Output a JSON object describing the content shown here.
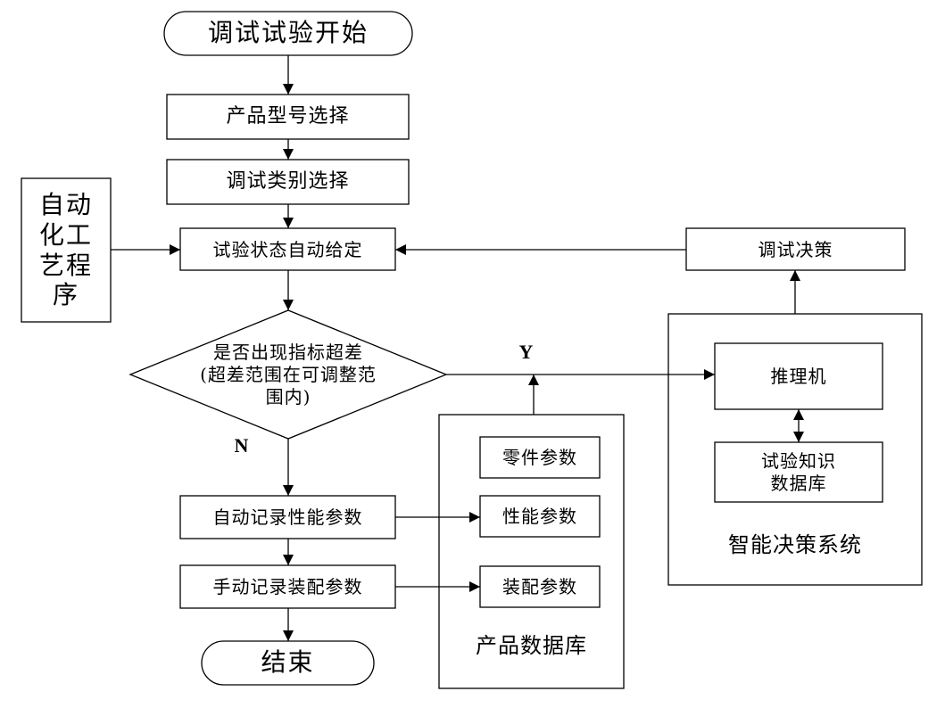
{
  "nodes": {
    "start": "调试试验开始",
    "product_model_select": "产品型号选择",
    "debug_category_select": "调试类别选择",
    "auto_process": "自动\n化工\n艺程\n序",
    "test_state_auto_set": "试验状态自动给定",
    "debug_decision": "调试决策",
    "decision": "是否出现指标超差\n(超差范围在可调整范\n围内)",
    "inference_engine": "推理机",
    "test_knowledge_db": "试验知识\n数据库",
    "intelligent_system_label": "智能决策系统",
    "parts_params": "零件参数",
    "perf_params": "性能参数",
    "assembly_params": "装配参数",
    "product_db_label": "产品数据库",
    "auto_record_perf": "自动记录性能参数",
    "manual_record_assembly": "手动记录装配参数",
    "end": "结束"
  },
  "edges": {
    "yes": "Y",
    "no": "N"
  }
}
